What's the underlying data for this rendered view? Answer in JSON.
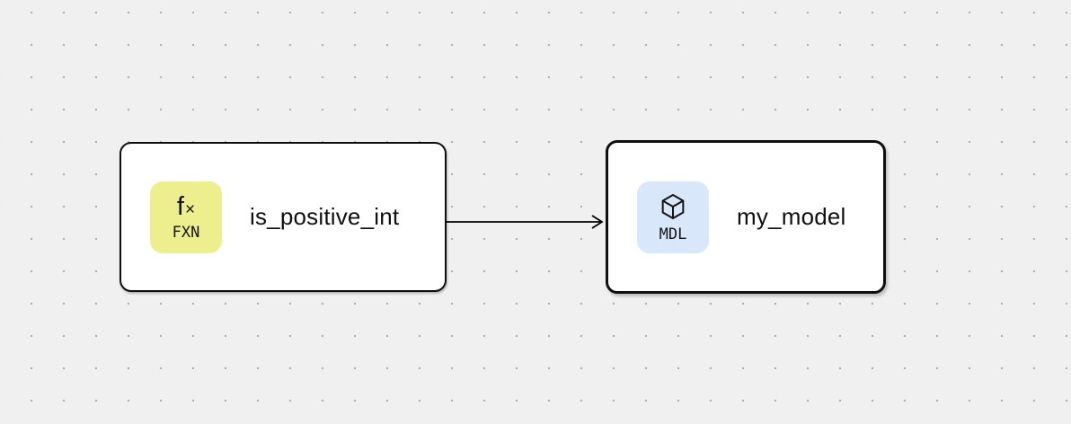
{
  "canvas": {
    "background_color": "#f0f0f0",
    "dot_color": "#b0b0b0"
  },
  "graph": {
    "nodes": [
      {
        "label": "is_positive_int",
        "type_tag": "FXN",
        "icon": "function-icon",
        "icon_f": "f",
        "icon_x": "×",
        "badge_color": "#edee8e",
        "border_color": "#0f0f0f",
        "selected": false
      },
      {
        "label": "my_model",
        "type_tag": "MDL",
        "icon": "cube-icon",
        "badge_color": "#d8e7fa",
        "border_color": "#0f0f0f",
        "selected": true
      }
    ],
    "edge": {
      "from": "is_positive_int",
      "to": "my_model",
      "color": "#000000",
      "arrowhead": "open-chevron"
    }
  }
}
